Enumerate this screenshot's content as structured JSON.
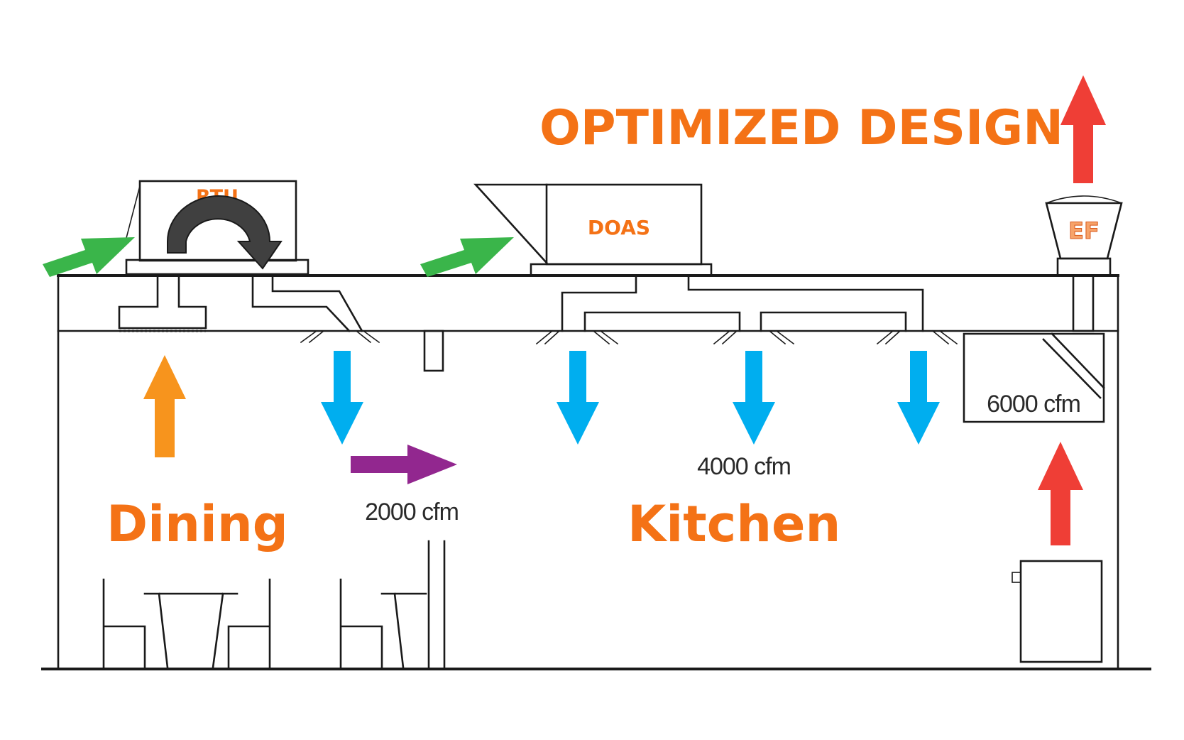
{
  "title": "OPTIMIZED DESIGN",
  "units": {
    "rtu": "RTU",
    "doas": "DOAS",
    "ef": "EF"
  },
  "rooms": {
    "dining": "Dining",
    "kitchen": "Kitchen"
  },
  "flows": {
    "transfer": "2000 cfm",
    "supply": "4000 cfm",
    "exhaust": "6000 cfm"
  },
  "colors": {
    "label": "#f47216",
    "outdoor_air": "#3ab54a",
    "supply_air": "#00aeef",
    "exhaust_air": "#ef3e36",
    "return_air": "#f7941d",
    "transfer_air": "#92278f",
    "recirculation": "#404040"
  }
}
